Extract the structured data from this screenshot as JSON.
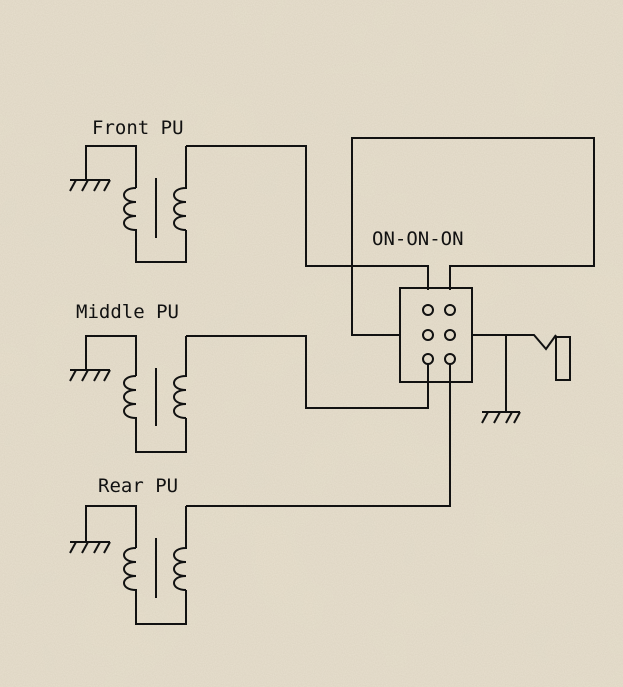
{
  "diagram": {
    "pickups": [
      {
        "label": "Front PU"
      },
      {
        "label": "Middle PU"
      },
      {
        "label": "Rear PU"
      }
    ],
    "switch": {
      "label": "ON-ON-ON"
    }
  },
  "colors": {
    "background": "#e9e1cf",
    "texture_dark": "#d2c7ad",
    "ink": "#111111"
  },
  "icons": [
    "ground-icon",
    "coil-icon",
    "output-jack-icon"
  ]
}
